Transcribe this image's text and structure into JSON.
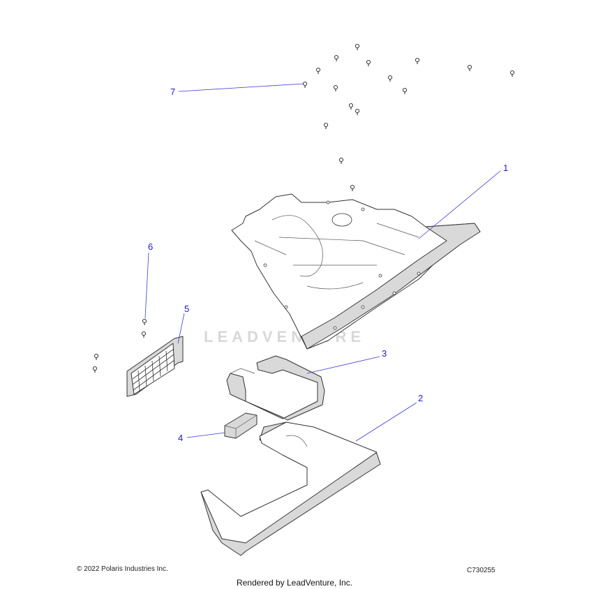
{
  "callouts": [
    {
      "label": "1"
    },
    {
      "label": "2"
    },
    {
      "label": "3"
    },
    {
      "label": "4"
    },
    {
      "label": "5"
    },
    {
      "label": "6"
    },
    {
      "label": "7"
    }
  ],
  "watermark": {
    "text": "LEADVENTURE"
  },
  "footer": {
    "copyright": "© 2022 Polaris Industries Inc.",
    "drawing_code": "C730255",
    "rendered_by": "Rendered by LeadVenture, Inc."
  },
  "colors": {
    "callout": "#1a1ad0",
    "leader": "#3b3bd6",
    "line": "#333333"
  }
}
